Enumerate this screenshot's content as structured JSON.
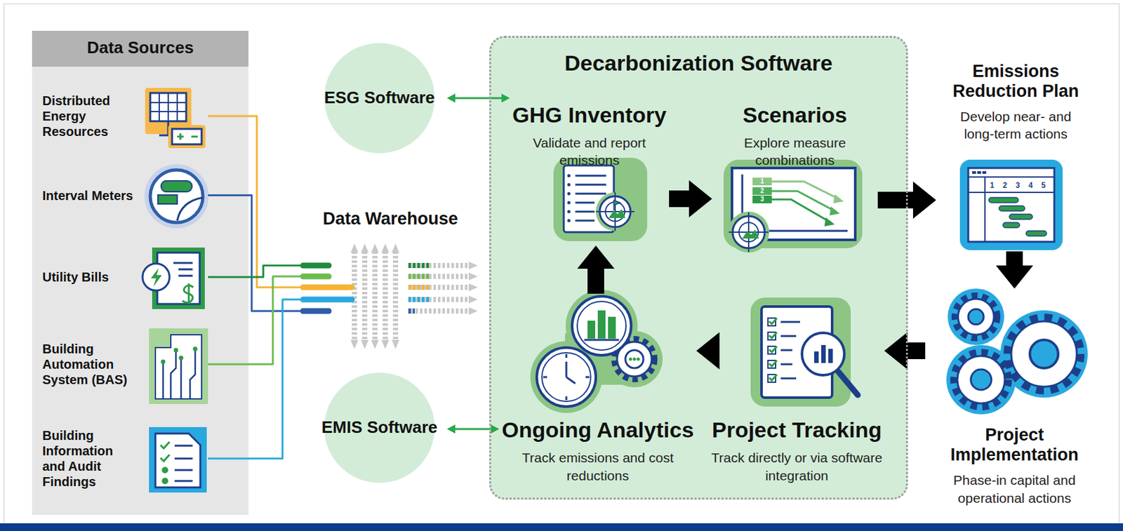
{
  "diagram": {
    "nodes": [
      {
        "text": [
          "Data Sources"
        ]
      },
      {
        "text": [
          "Distributed Energy Resources"
        ],
        "in": 0
      },
      {
        "text": [
          "Interval Meters"
        ],
        "in": 0
      },
      {
        "text": [
          "Utility Bills"
        ],
        "in": 0
      },
      {
        "text": [
          "Building Automation System (BAS)"
        ],
        "in": 0
      },
      {
        "text": [
          "Building Information and Audit Findings"
        ],
        "in": 0
      },
      {
        "text": [
          "ESG Software"
        ]
      },
      {
        "text": [
          "Data Warehouse"
        ]
      },
      {
        "text": [
          "EMIS Software"
        ]
      },
      {
        "text": [
          "Decarbonization Software"
        ]
      },
      {
        "text": [
          "GHG Inventory",
          "Validate and report emissions"
        ],
        "in": 9
      },
      {
        "text": [
          "Scenarios",
          "Explore measure combinations"
        ],
        "in": 9
      },
      {
        "text": [
          "Ongoing Analytics",
          "Track emissions and cost reductions"
        ],
        "in": 9
      },
      {
        "text": [
          "Project Tracking",
          "Track directly or via software integration"
        ],
        "in": 9
      },
      {
        "text": [
          "Emissions Reduction Plan",
          "Develop near- and long-term actions"
        ]
      },
      {
        "text": [
          "Project Implementation",
          "Phase-in capital and operational actions"
        ]
      }
    ],
    "edges": [
      {
        "from": 1,
        "to": 7,
        "arrow": "none"
      },
      {
        "from": 2,
        "to": 7,
        "arrow": "none"
      },
      {
        "from": 3,
        "to": 7,
        "arrow": "none"
      },
      {
        "from": 4,
        "to": 7,
        "arrow": "none"
      },
      {
        "from": 5,
        "to": 7,
        "arrow": "none"
      },
      {
        "from": 6,
        "to": 10,
        "arrow": "both"
      },
      {
        "from": 10,
        "to": 11,
        "arrow": "to"
      },
      {
        "from": 11,
        "to": 14,
        "arrow": "to"
      },
      {
        "from": 14,
        "to": 15,
        "arrow": "to"
      },
      {
        "from": 15,
        "to": 13,
        "arrow": "to"
      },
      {
        "from": 13,
        "to": 12,
        "arrow": "to"
      },
      {
        "from": 12,
        "to": 10,
        "arrow": "to"
      },
      {
        "from": 8,
        "to": 12,
        "arrow": "both"
      }
    ],
    "labels": [
      "1",
      "2",
      "3",
      "1",
      "2",
      "3",
      "4",
      "5"
    ]
  }
}
